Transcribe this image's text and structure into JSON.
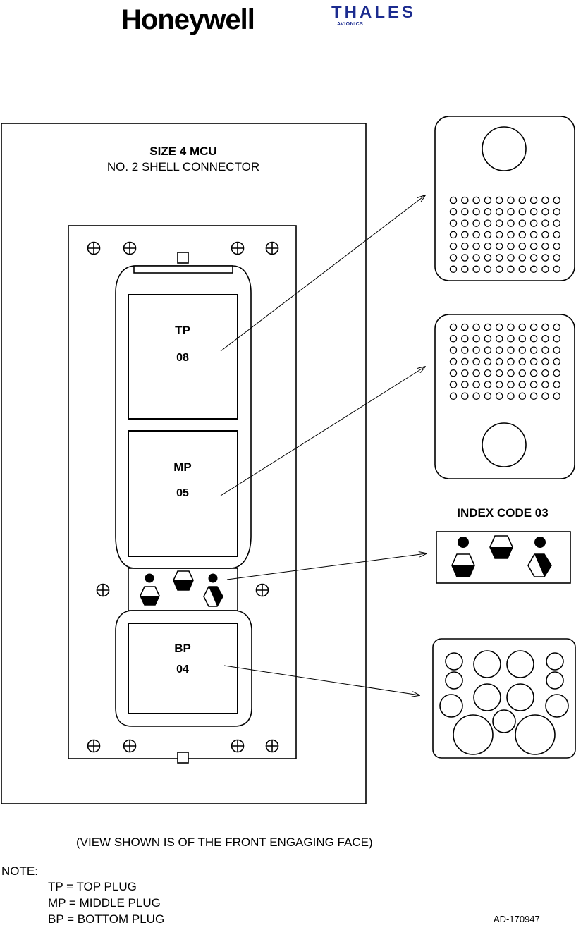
{
  "logos": {
    "honeywell": "Honeywell",
    "thales": "THALES",
    "thales_sub": "AVIONICS"
  },
  "diagram": {
    "title": "SIZE 4 MCU",
    "subtitle": "NO. 2 SHELL CONNECTOR",
    "plugs": [
      {
        "abbr": "TP",
        "code": "08"
      },
      {
        "abbr": "MP",
        "code": "05"
      },
      {
        "abbr": "BP",
        "code": "04"
      }
    ],
    "index_code_label": "INDEX CODE 03"
  },
  "footer": {
    "view_note": "(VIEW SHOWN IS OF THE FRONT ENGAGING FACE)",
    "note_label": "NOTE:",
    "notes": [
      "TP = TOP PLUG",
      "MP = MIDDLE PLUG",
      "BP = BOTTOM PLUG"
    ],
    "doc_id": "AD-170947"
  },
  "colors": {
    "line": "#000000",
    "background": "#ffffff",
    "thales_blue": "#1b2b8f",
    "thales_accent": "#2aa7e0"
  }
}
